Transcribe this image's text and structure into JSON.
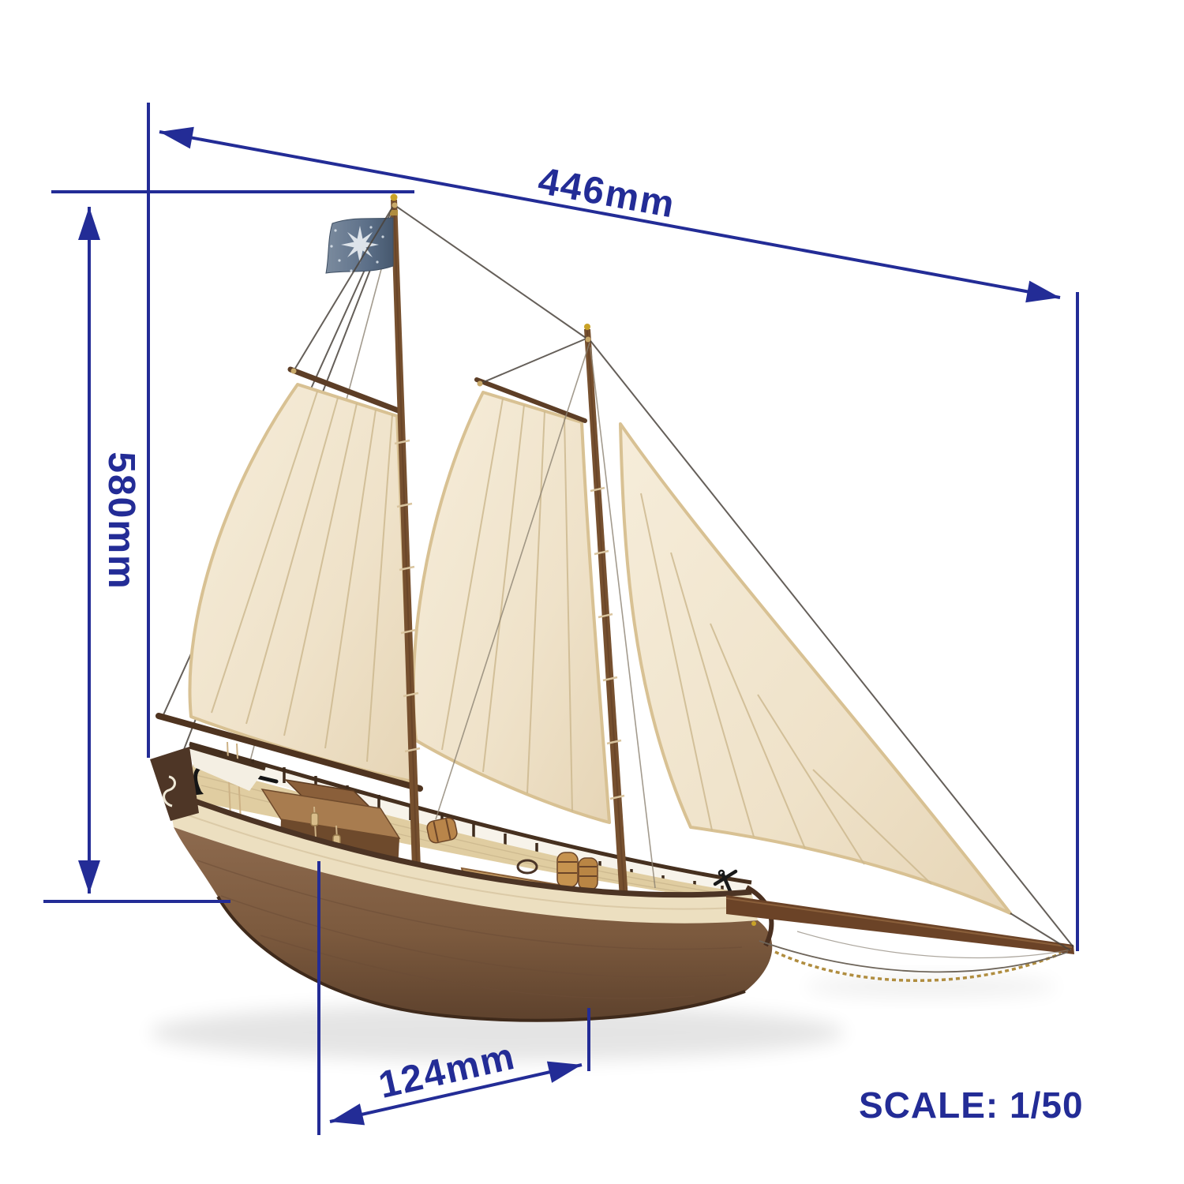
{
  "annotations": {
    "length": "446mm",
    "height": "580mm",
    "beam": "124mm",
    "scale": "SCALE: 1/50",
    "color": "#232c96"
  },
  "subject": {
    "description": "Wooden model of a two-masted gaff-rigged schooner with cream sails, dark compass-rose flag at the mainmast top, bowsprit with anchor chain, deck cabin, grated hatch and barrels",
    "colors": {
      "hull_wood": "#7c5a3e",
      "hull_band": "#ecdfc0",
      "deck": "#e0cda1",
      "sails": "#f1e5cf",
      "sail_trim": "#d8c193",
      "masts": "#76502f",
      "flag": "#5d7089",
      "brass": "#c9a227",
      "annotation": "#232c96"
    }
  }
}
